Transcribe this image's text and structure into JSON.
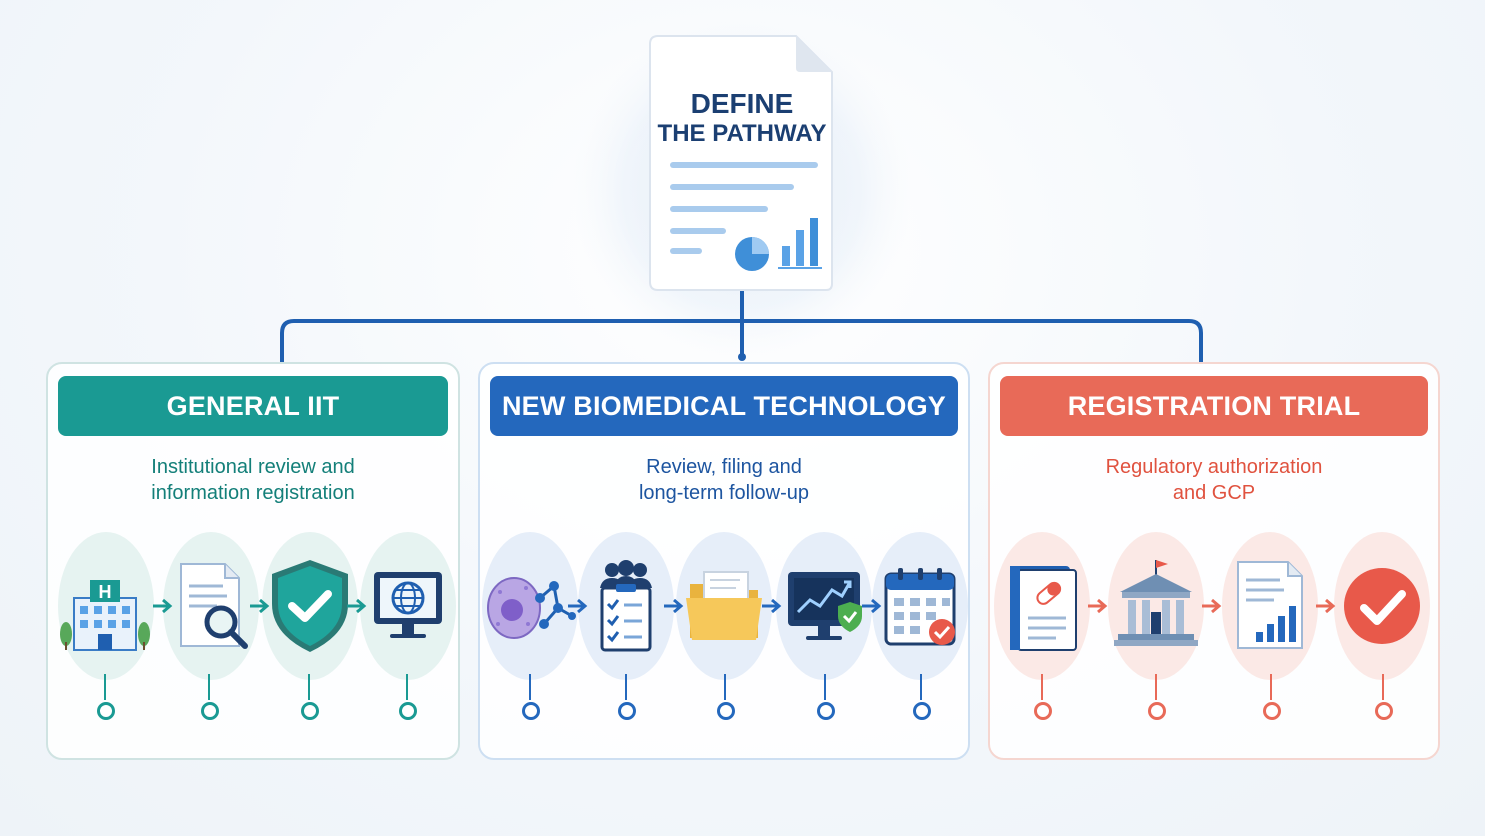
{
  "root": {
    "title_line1": "DEFINE",
    "title_line2": "THE PATHWAY"
  },
  "pathways": [
    {
      "title": "GENERAL IIT",
      "desc_line1": "Institutional review and",
      "desc_line2": "information registration",
      "accent": "#1a9a93",
      "icons": [
        "hospital-icon",
        "document-search-icon",
        "shield-check-icon",
        "monitor-globe-icon"
      ]
    },
    {
      "title": "NEW BIOMEDICAL TECHNOLOGY",
      "desc_line1": "Review, filing and",
      "desc_line2": "long-term follow-up",
      "accent": "#2468bd",
      "icons": [
        "cell-molecule-icon",
        "team-checklist-icon",
        "folder-icon",
        "monitor-chart-icon",
        "calendar-check-icon"
      ]
    },
    {
      "title": "REGISTRATION TRIAL",
      "desc_line1": "Regulatory authorization",
      "desc_line2": "and GCP",
      "accent": "#e86a58",
      "icons": [
        "medicine-binder-icon",
        "government-building-icon",
        "report-chart-icon",
        "check-circle-icon"
      ]
    }
  ]
}
